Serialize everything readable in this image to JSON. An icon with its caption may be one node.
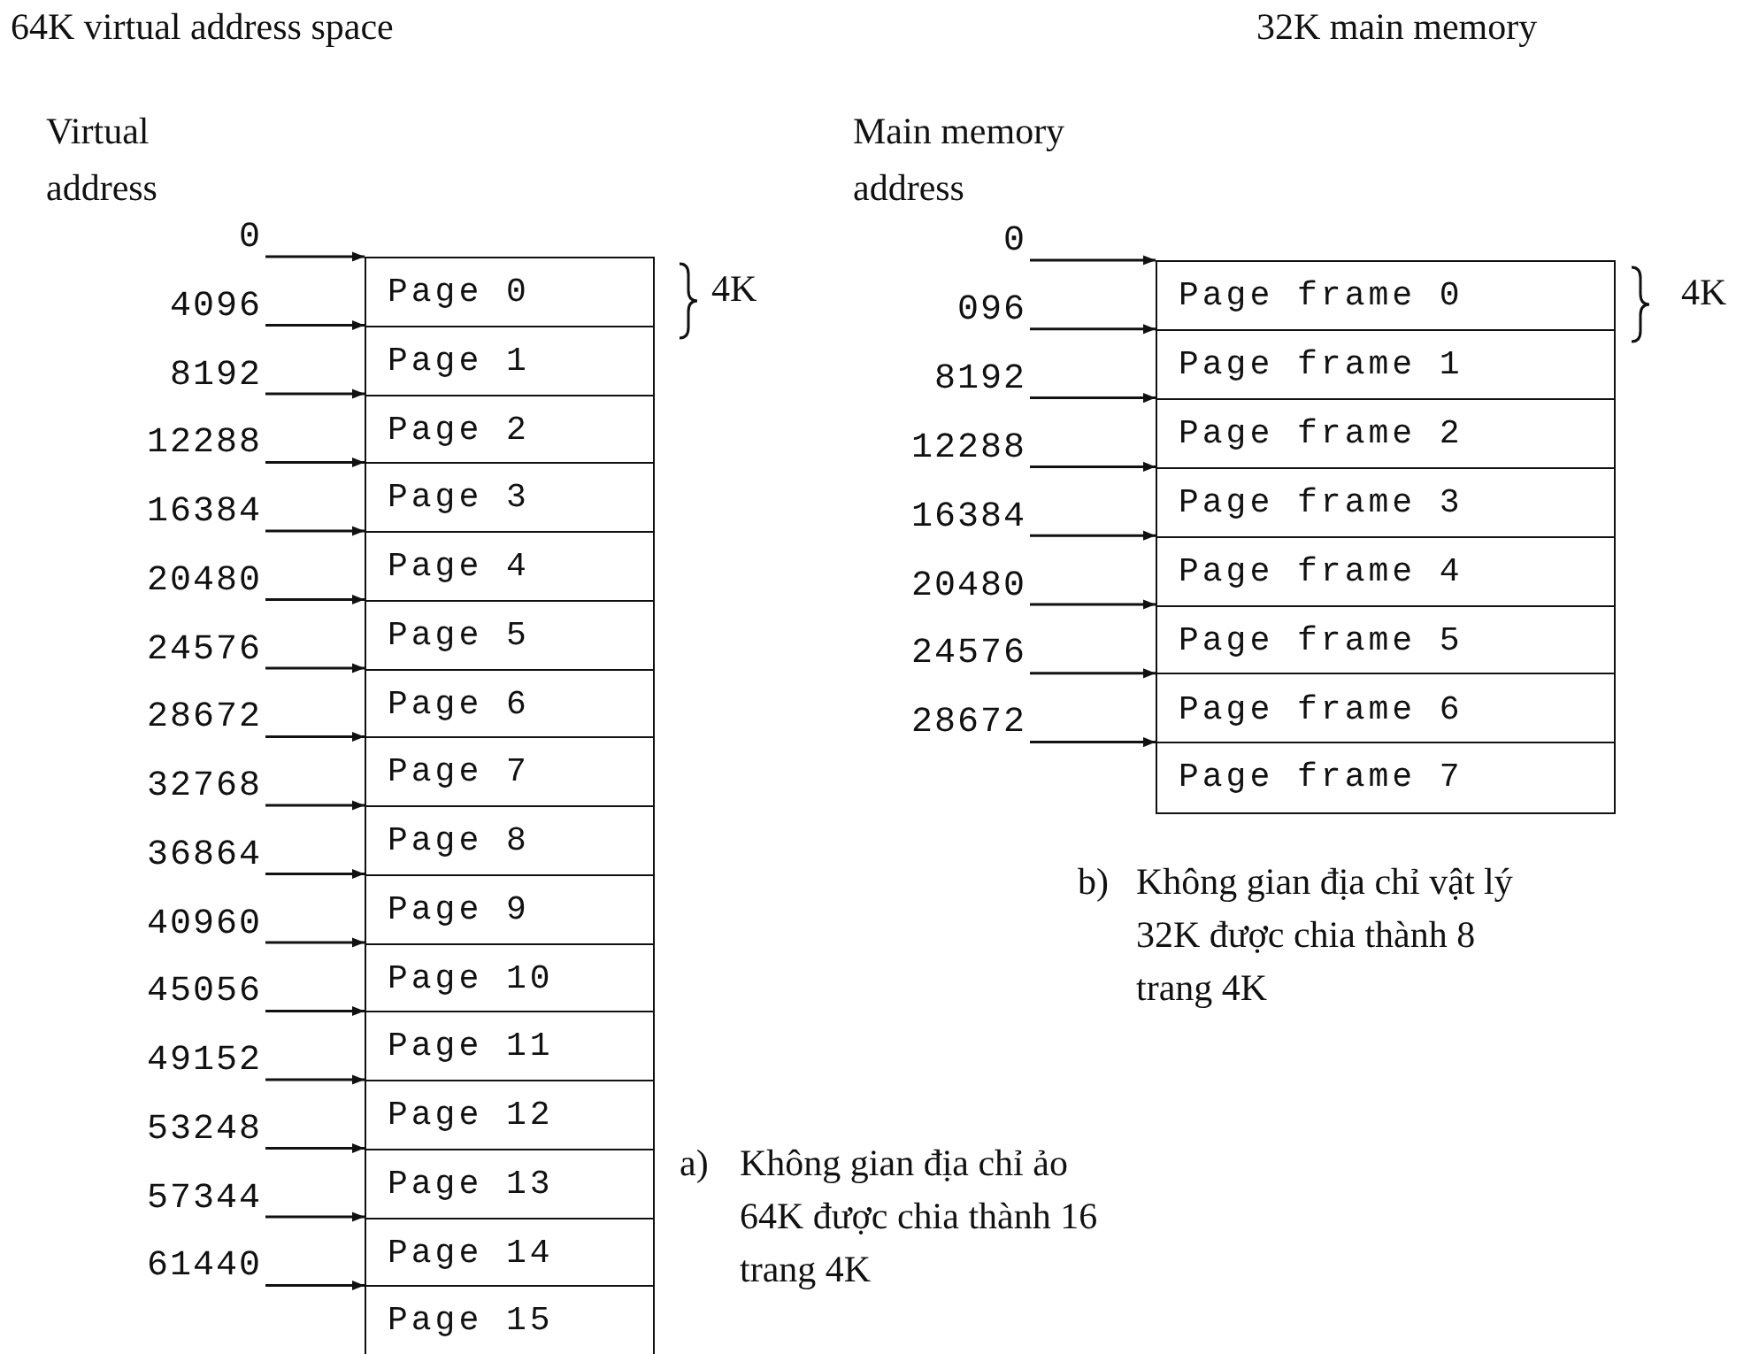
{
  "diagram": {
    "nodes": [
      {
        "text": [
          "0"
        ]
      },
      {
        "text": [
          "4096"
        ]
      },
      {
        "text": [
          "8192"
        ]
      },
      {
        "text": [
          "12288"
        ]
      },
      {
        "text": [
          "16384"
        ]
      },
      {
        "text": [
          "20480"
        ]
      },
      {
        "text": [
          "24576"
        ]
      },
      {
        "text": [
          "28672"
        ]
      },
      {
        "text": [
          "32768"
        ]
      },
      {
        "text": [
          "36864"
        ]
      },
      {
        "text": [
          "40960"
        ]
      },
      {
        "text": [
          "45056"
        ]
      },
      {
        "text": [
          "49152"
        ]
      },
      {
        "text": [
          "53248"
        ]
      },
      {
        "text": [
          "57344"
        ]
      },
      {
        "text": [
          "61440"
        ]
      },
      {
        "text": [
          "Page 0"
        ]
      },
      {
        "text": [
          "Page 1"
        ]
      },
      {
        "text": [
          "Page 2"
        ]
      },
      {
        "text": [
          "Page 3"
        ]
      },
      {
        "text": [
          "Page 4"
        ]
      },
      {
        "text": [
          "Page 5"
        ]
      },
      {
        "text": [
          "Page 6"
        ]
      },
      {
        "text": [
          "Page 7"
        ]
      },
      {
        "text": [
          "Page 8"
        ]
      },
      {
        "text": [
          "Page 9"
        ]
      },
      {
        "text": [
          "Page 10"
        ]
      },
      {
        "text": [
          "Page 11"
        ]
      },
      {
        "text": [
          "Page 12"
        ]
      },
      {
        "text": [
          "Page 13"
        ]
      },
      {
        "text": [
          "Page 14"
        ]
      },
      {
        "text": [
          "Page 15"
        ]
      },
      {
        "text": [
          "0"
        ]
      },
      {
        "text": [
          "096"
        ]
      },
      {
        "text": [
          "8192"
        ]
      },
      {
        "text": [
          "12288"
        ]
      },
      {
        "text": [
          "16384"
        ]
      },
      {
        "text": [
          "20480"
        ]
      },
      {
        "text": [
          "24576"
        ]
      },
      {
        "text": [
          "28672"
        ]
      },
      {
        "text": [
          "Page frame 0"
        ]
      },
      {
        "text": [
          "Page frame 1"
        ]
      },
      {
        "text": [
          "Page frame 2"
        ]
      },
      {
        "text": [
          "Page frame 3"
        ]
      },
      {
        "text": [
          "Page frame 4"
        ]
      },
      {
        "text": [
          "Page frame 5"
        ]
      },
      {
        "text": [
          "Page frame 6"
        ]
      },
      {
        "text": [
          "Page frame 7"
        ]
      }
    ],
    "edges": [
      {
        "from": 0,
        "to": 16,
        "arrow": "to"
      },
      {
        "from": 1,
        "to": 17,
        "arrow": "to"
      },
      {
        "from": 2,
        "to": 18,
        "arrow": "to"
      },
      {
        "from": 3,
        "to": 19,
        "arrow": "to"
      },
      {
        "from": 4,
        "to": 20,
        "arrow": "to"
      },
      {
        "from": 5,
        "to": 21,
        "arrow": "to"
      },
      {
        "from": 6,
        "to": 22,
        "arrow": "to"
      },
      {
        "from": 7,
        "to": 23,
        "arrow": "to"
      },
      {
        "from": 8,
        "to": 24,
        "arrow": "to"
      },
      {
        "from": 9,
        "to": 25,
        "arrow": "to"
      },
      {
        "from": 10,
        "to": 26,
        "arrow": "to"
      },
      {
        "from": 11,
        "to": 27,
        "arrow": "to"
      },
      {
        "from": 12,
        "to": 28,
        "arrow": "to"
      },
      {
        "from": 13,
        "to": 29,
        "arrow": "to"
      },
      {
        "from": 14,
        "to": 30,
        "arrow": "to"
      },
      {
        "from": 15,
        "to": 31,
        "arrow": "to"
      },
      {
        "from": 32,
        "to": 40,
        "arrow": "to"
      },
      {
        "from": 33,
        "to": 41,
        "arrow": "to"
      },
      {
        "from": 34,
        "to": 42,
        "arrow": "to"
      },
      {
        "from": 35,
        "to": 43,
        "arrow": "to"
      },
      {
        "from": 36,
        "to": 44,
        "arrow": "to"
      },
      {
        "from": 37,
        "to": 45,
        "arrow": "to"
      },
      {
        "from": 38,
        "to": 46,
        "arrow": "to"
      },
      {
        "from": 39,
        "to": 47,
        "arrow": "to"
      }
    ],
    "labels": [
      "64K virtual address space",
      "32K main memory",
      "Virtual address",
      "Main memory address",
      "4K",
      "4K",
      "b)",
      "Không gian địa chỉ vật lý 32K được chia thành 8 trang 4K",
      "a)",
      "Không gian địa chỉ ảo 64K được chia thành 16 trang 4K"
    ]
  }
}
